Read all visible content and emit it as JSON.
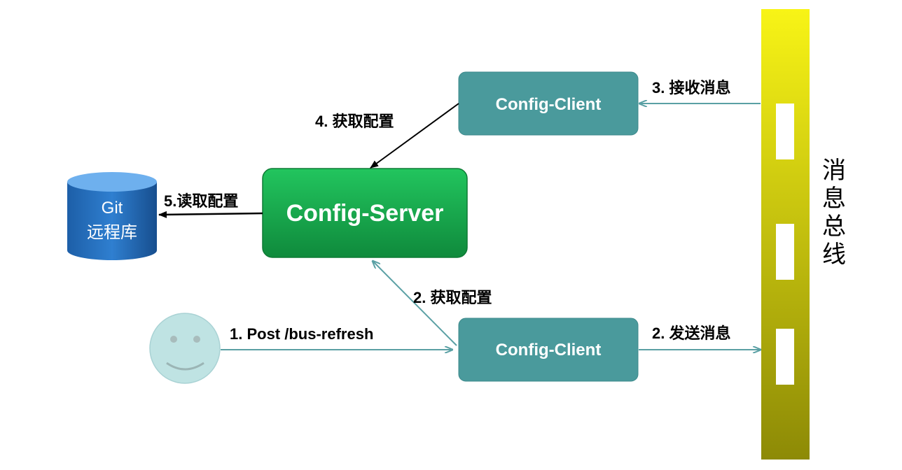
{
  "nodes": {
    "config_server": "Config-Server",
    "client_top": "Config-Client",
    "client_bottom": "Config-Client",
    "git_repo": {
      "line1": "Git",
      "line2": "远程库"
    },
    "message_bus": [
      "消",
      "息",
      "总",
      "线"
    ]
  },
  "edges": {
    "step1": "1. Post  /bus-refresh",
    "step2_fetch": "2. 获取配置",
    "step2_send": "2. 发送消息",
    "step3": "3. 接收消息",
    "step4": "4. 获取配置",
    "step5": "5.读取配置"
  },
  "colors": {
    "server_green": "#1cb052",
    "client_teal": "#4a9a9c",
    "git_blue": "#1a66b0",
    "bus_top": "#f6f21a",
    "bus_bottom": "#8f8c06",
    "smiley": "#bfe3e3",
    "teal_arrow": "#5aa0a4"
  }
}
